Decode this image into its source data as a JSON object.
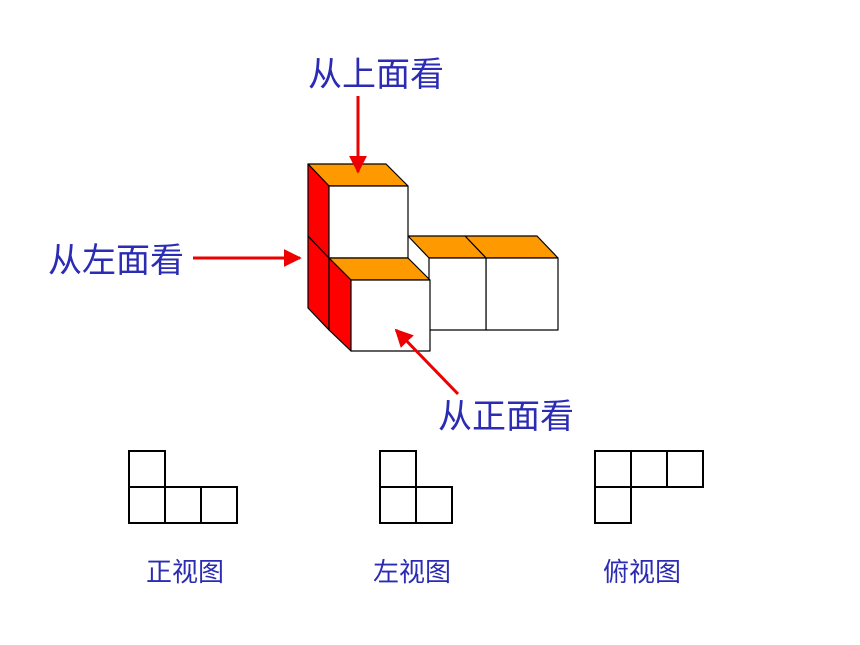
{
  "labels": {
    "top_view_direction": "从上面看",
    "left_view_direction": "从左面看",
    "front_view_direction": "从正面看"
  },
  "views": {
    "front_view": "正视图",
    "left_view": "左视图",
    "top_view": "俯视图"
  },
  "colors": {
    "label_text": "#2b2bb4",
    "arrow": "#ee0000",
    "cube_top": "#ff9900",
    "cube_left": "#ff0000",
    "cube_front": "#ffffff",
    "outline": "#000000"
  }
}
